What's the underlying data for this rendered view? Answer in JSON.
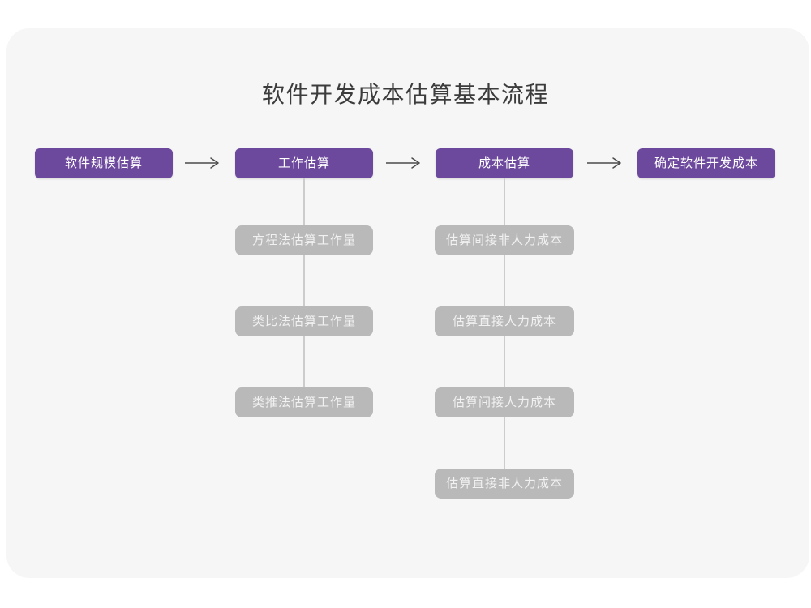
{
  "title": "软件开发成本估算基本流程",
  "colors": {
    "card_bg": "#f6f6f6",
    "stage_bg": "#6d499e",
    "stage_text": "#ffffff",
    "substep_bg": "#b9b9b9",
    "substep_text": "#f1f1f1",
    "arrow": "#4a4a4a",
    "connector": "#cccccc",
    "title_text": "#3c3c3c"
  },
  "stages": [
    {
      "label": "软件规模估算",
      "substeps": []
    },
    {
      "label": "工作估算",
      "substeps": [
        "方程法估算工作量",
        "类比法估算工作量",
        "类推法估算工作量"
      ]
    },
    {
      "label": "成本估算",
      "substeps": [
        "估算间接非人力成本",
        "估算直接人力成本",
        "估算间接人力成本",
        "估算直接非人力成本"
      ]
    },
    {
      "label": "确定软件开发成本",
      "substeps": []
    }
  ],
  "arrow_icon_name": "right-arrow"
}
